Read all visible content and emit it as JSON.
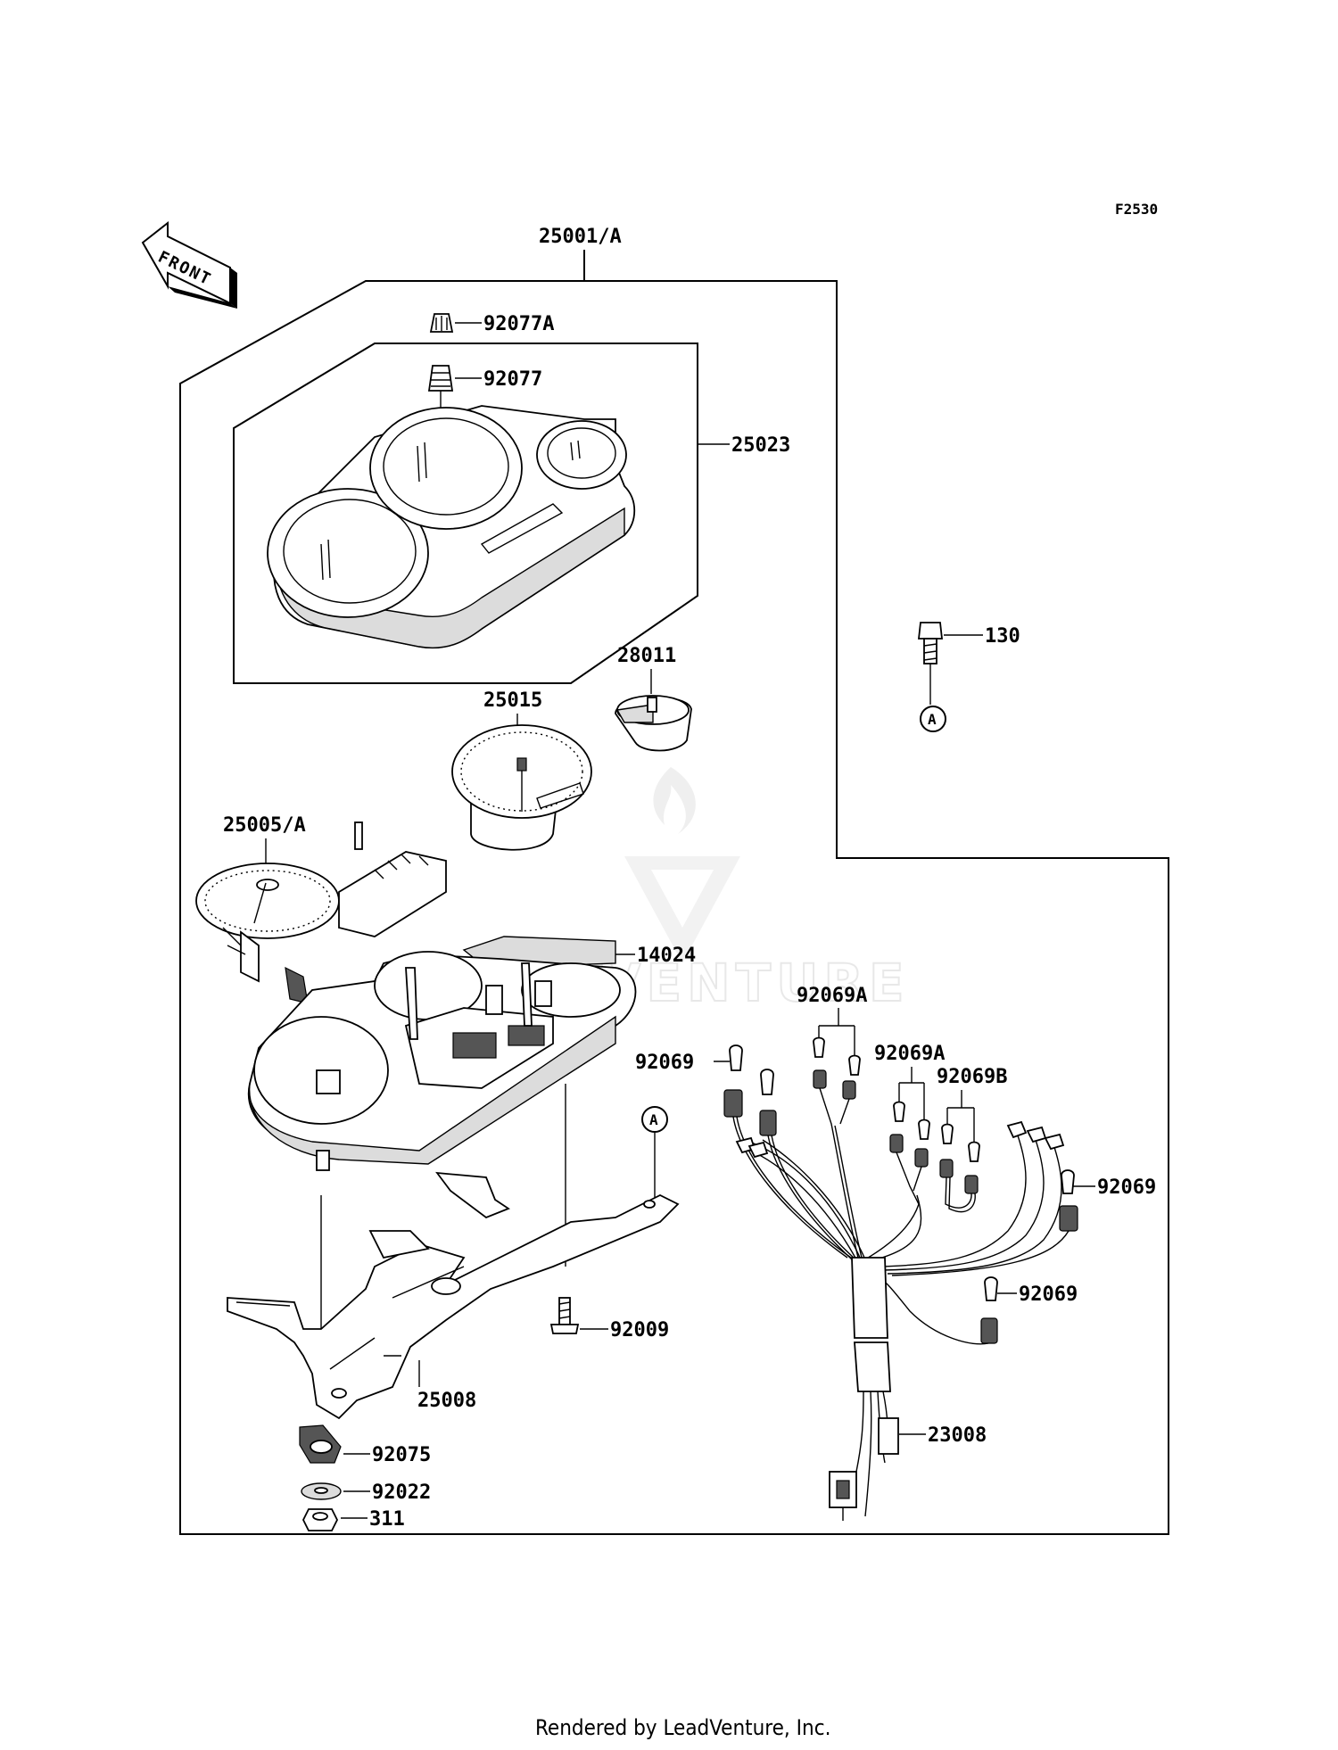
{
  "figure_code": "F2530",
  "front_arrow_label": "FRONT",
  "footer": "Rendered by LeadVenture, Inc.",
  "watermark": "LEADVENTURE",
  "reference_marker": "A",
  "parts": {
    "assembly": "25001/A",
    "cap_a": "92077A",
    "cap": "92077",
    "case": "25023",
    "bolt": "130",
    "lamp_unit": "28011",
    "tachometer": "25015",
    "speedometer": "25005/A",
    "housing": "14024",
    "socket_a": "92069A",
    "socket_a2": "92069A",
    "socket_b": "92069B",
    "socket_1": "92069",
    "socket_2": "92069",
    "socket_3": "92069",
    "bracket": "25008",
    "screw": "92009",
    "damper": "92075",
    "washer": "92022",
    "nut": "311",
    "harness": "23008"
  }
}
